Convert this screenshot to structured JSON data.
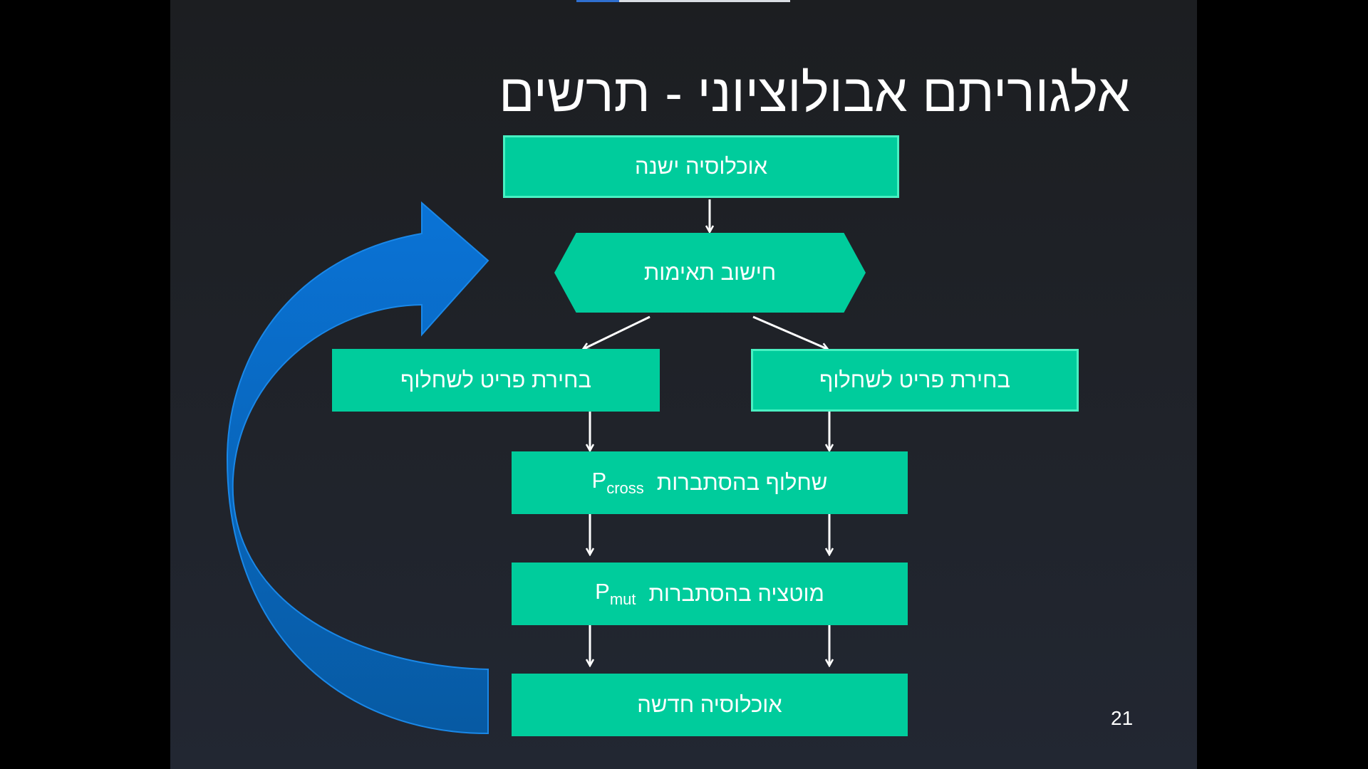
{
  "slide": {
    "title": "אלגוריתם אבולוציוני - תרשים",
    "page_number": "21"
  },
  "flow": {
    "old_population": "אוכלוסיה ישנה",
    "fitness": "חישוב תאימות",
    "select_left": "בחירת פריט לשחלוף",
    "select_right": "בחירת פריט לשחלוף",
    "crossover_label": "שחלוף בהסתברות",
    "crossover_prob_base": "P",
    "crossover_prob_sub": "cross",
    "mutation_label": "מוטציה בהסתברות",
    "mutation_prob_base": "P",
    "mutation_prob_sub": "mut",
    "new_population": "אוכלוסיה חדשה"
  },
  "colors": {
    "node_fill": "#00cc9c",
    "node_outline": "#48f0c2",
    "loop_arrow": "#0a6cc9",
    "text": "#ffffff"
  },
  "icons": {
    "loop_arrow": "curved-return-arrow-icon"
  }
}
